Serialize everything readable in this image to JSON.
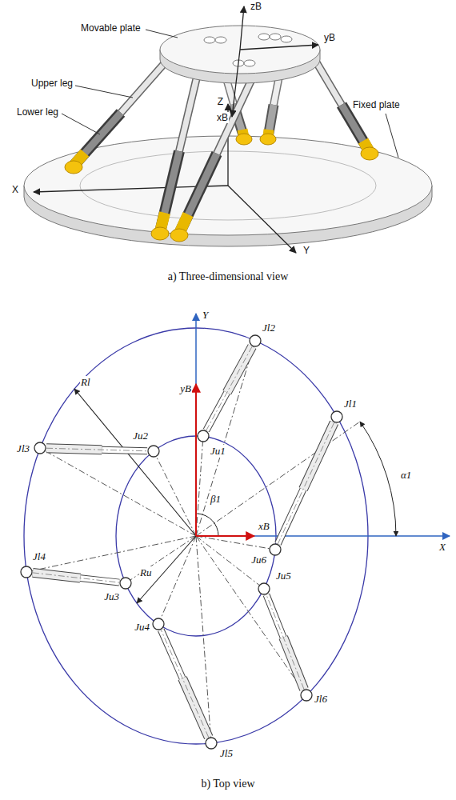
{
  "diagram": {
    "nodes": [
      {
        "text": [
          "Jl1"
        ]
      },
      {
        "text": [
          "Jl2"
        ]
      },
      {
        "text": [
          "Jl3"
        ]
      },
      {
        "text": [
          "Jl4"
        ]
      },
      {
        "text": [
          "Jl5"
        ]
      },
      {
        "text": [
          "Jl6"
        ]
      },
      {
        "text": [
          "Ju1"
        ]
      },
      {
        "text": [
          "Ju2"
        ]
      },
      {
        "text": [
          "Ju3"
        ]
      },
      {
        "text": [
          "Ju4"
        ]
      },
      {
        "text": [
          "Ju5"
        ]
      },
      {
        "text": [
          "Ju6"
        ]
      }
    ],
    "edges": [
      {
        "from": 0,
        "to": 11,
        "arrow": "none"
      },
      {
        "from": 1,
        "to": 6,
        "arrow": "none"
      },
      {
        "from": 2,
        "to": 7,
        "arrow": "none"
      },
      {
        "from": 3,
        "to": 8,
        "arrow": "none"
      },
      {
        "from": 4,
        "to": 9,
        "arrow": "none"
      },
      {
        "from": 5,
        "to": 10,
        "arrow": "none"
      }
    ],
    "labels": [
      "Movable plate",
      "zB",
      "yB",
      "Upper leg",
      "Lower leg",
      "Z",
      "xB",
      "Fixed plate",
      "X",
      "Y",
      "a) Three-dimensional view",
      "Y",
      "yB",
      "Rl",
      "β1",
      "α1",
      "X",
      "xB",
      "Ru",
      "b) Top view"
    ]
  }
}
